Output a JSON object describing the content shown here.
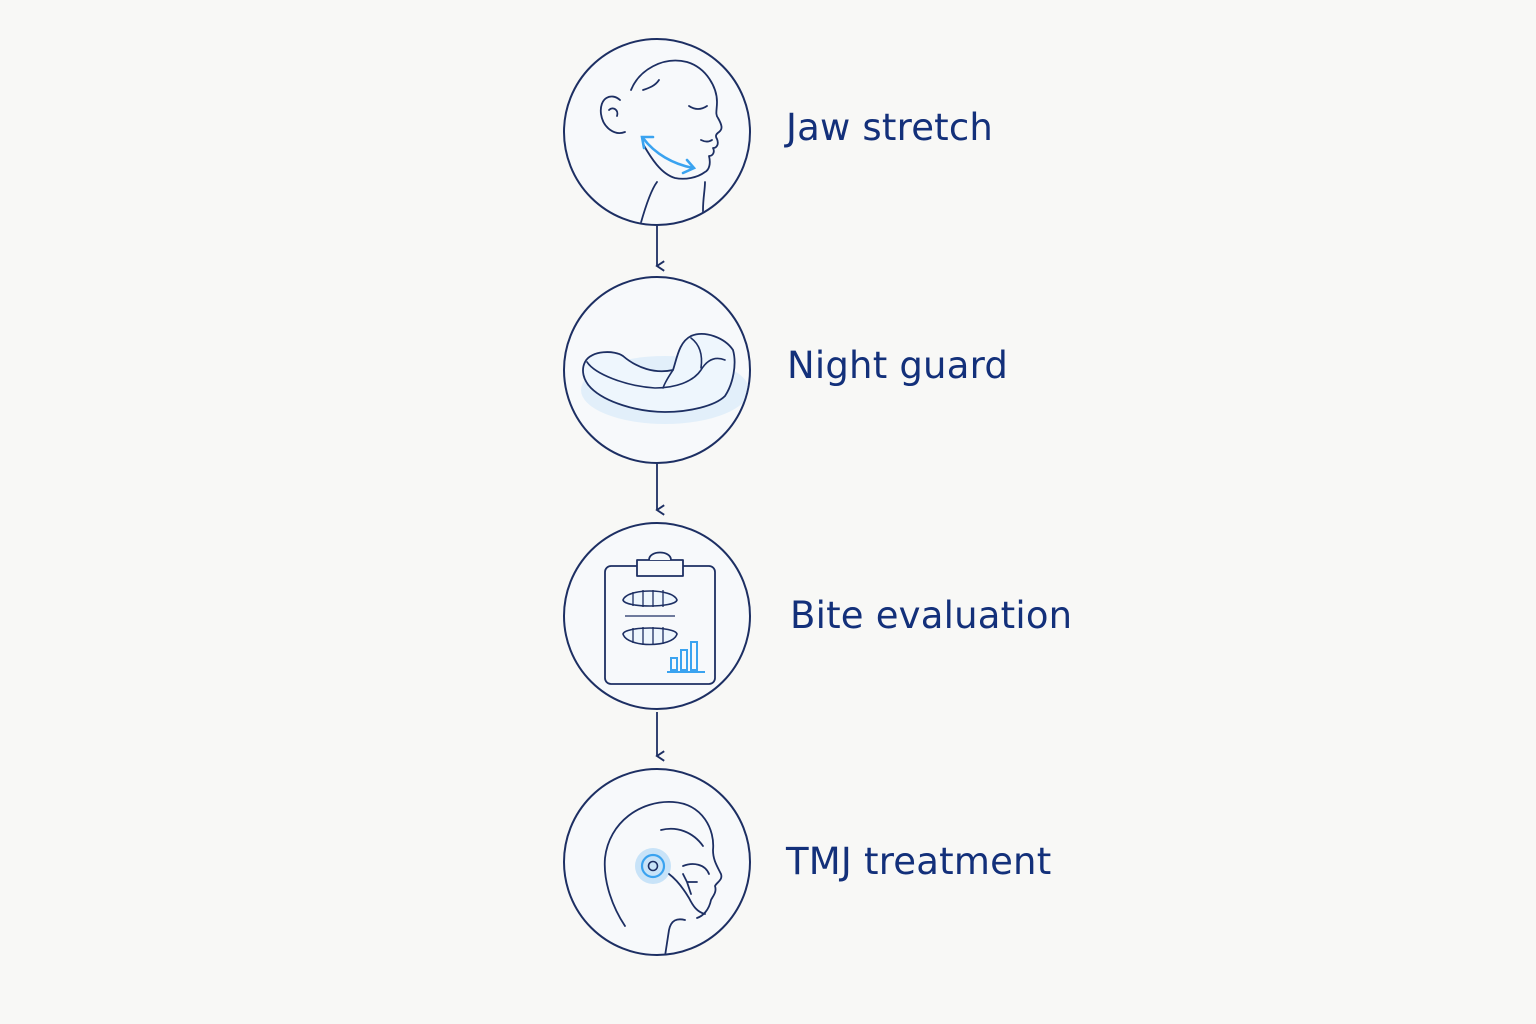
{
  "colors": {
    "background": "#f8f8f6",
    "outline": "#1d2f63",
    "label": "#13307a",
    "accent": "#3aa3f0"
  },
  "steps": [
    {
      "label": "Jaw stretch",
      "icon": "face-profile-jaw-stretch-icon"
    },
    {
      "label": "Night guard",
      "icon": "night-guard-mouthpiece-icon"
    },
    {
      "label": "Bite evaluation",
      "icon": "clipboard-teeth-chart-icon"
    },
    {
      "label": "TMJ treatment",
      "icon": "skull-tmj-joint-icon"
    }
  ]
}
